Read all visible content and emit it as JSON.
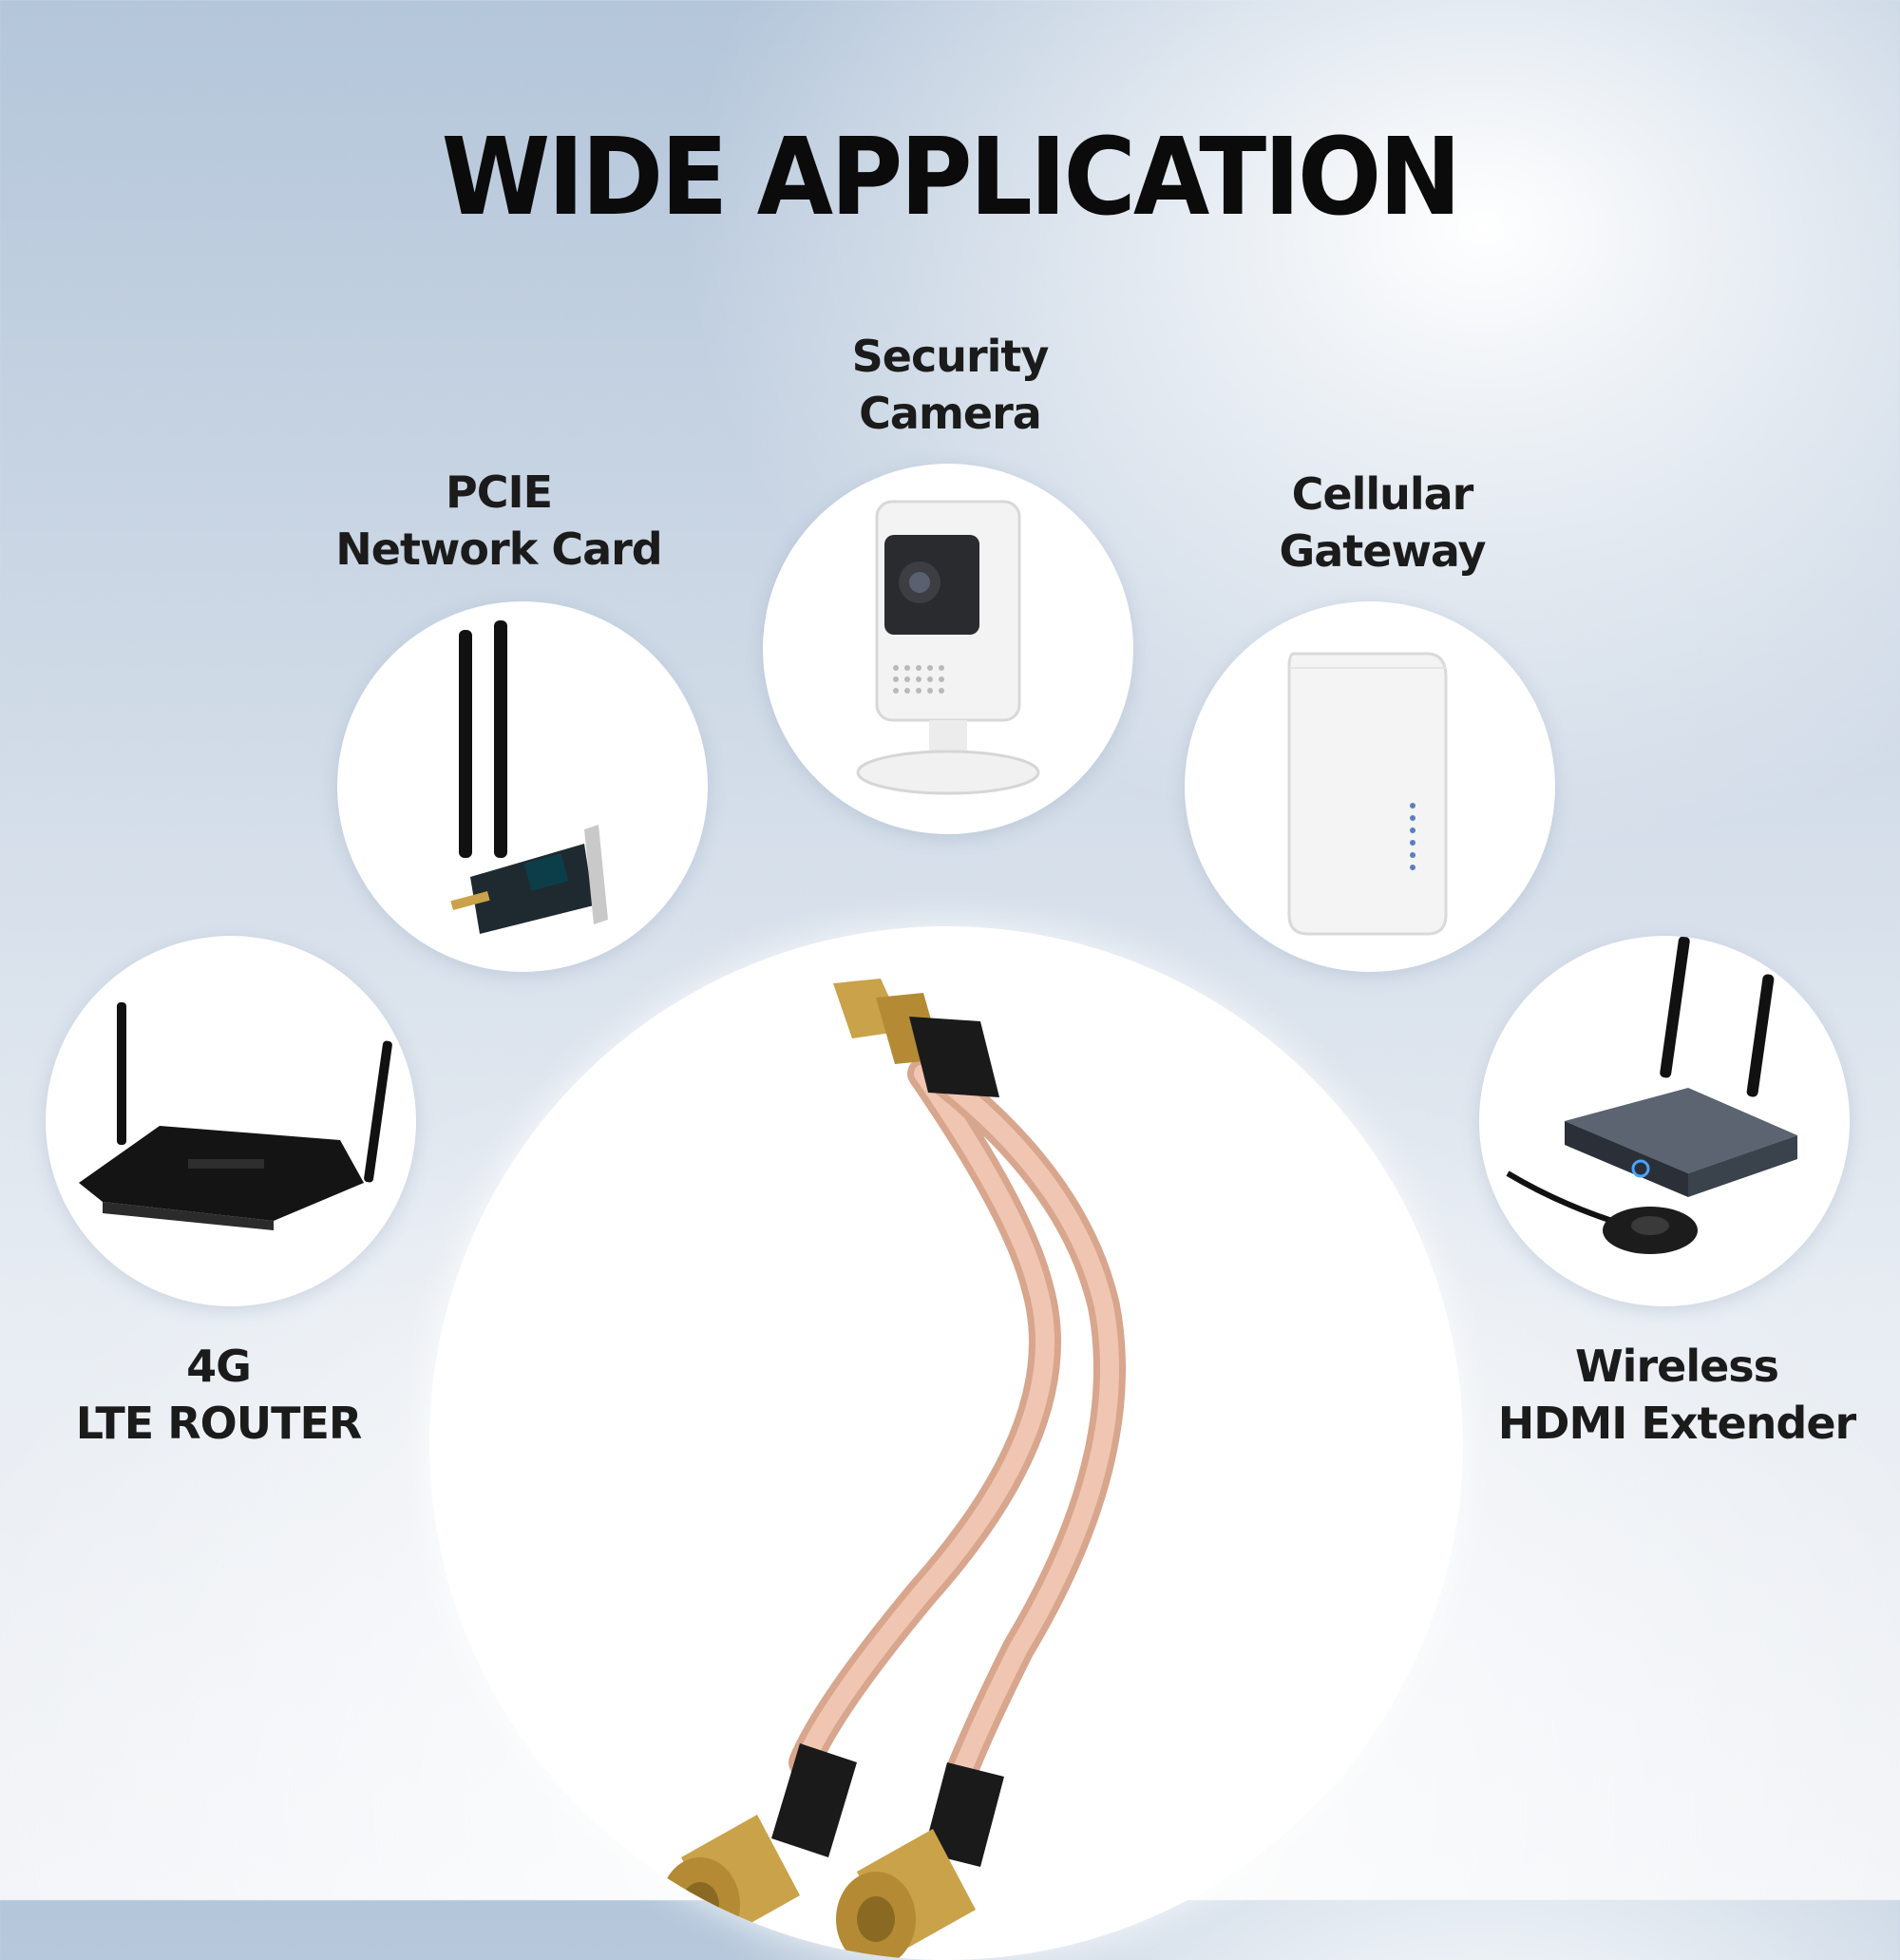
{
  "heading": "WIDE APPLICATION",
  "applications": [
    {
      "id": "lte-router",
      "line1": "4G",
      "line2": "LTE ROUTER",
      "icon": "router-icon"
    },
    {
      "id": "pcie-card",
      "line1": "PCIE",
      "line2": "Network Card",
      "icon": "pcie-network-card-icon"
    },
    {
      "id": "security-camera",
      "line1": "Security",
      "line2": "Camera",
      "icon": "security-camera-icon"
    },
    {
      "id": "cellular-gateway",
      "line1": "Cellular",
      "line2": "Gateway",
      "icon": "cellular-gateway-icon"
    },
    {
      "id": "hdmi-extender",
      "line1": "Wireless",
      "line2": "HDMI Extender",
      "icon": "hdmi-extender-icon"
    }
  ],
  "product": {
    "icon": "sma-y-splitter-cable-icon"
  },
  "colors": {
    "cable": "#e8b9a4",
    "connector_gold": "#c9a24a",
    "heat_shrink": "#1a1a1a",
    "text": "#111111"
  }
}
